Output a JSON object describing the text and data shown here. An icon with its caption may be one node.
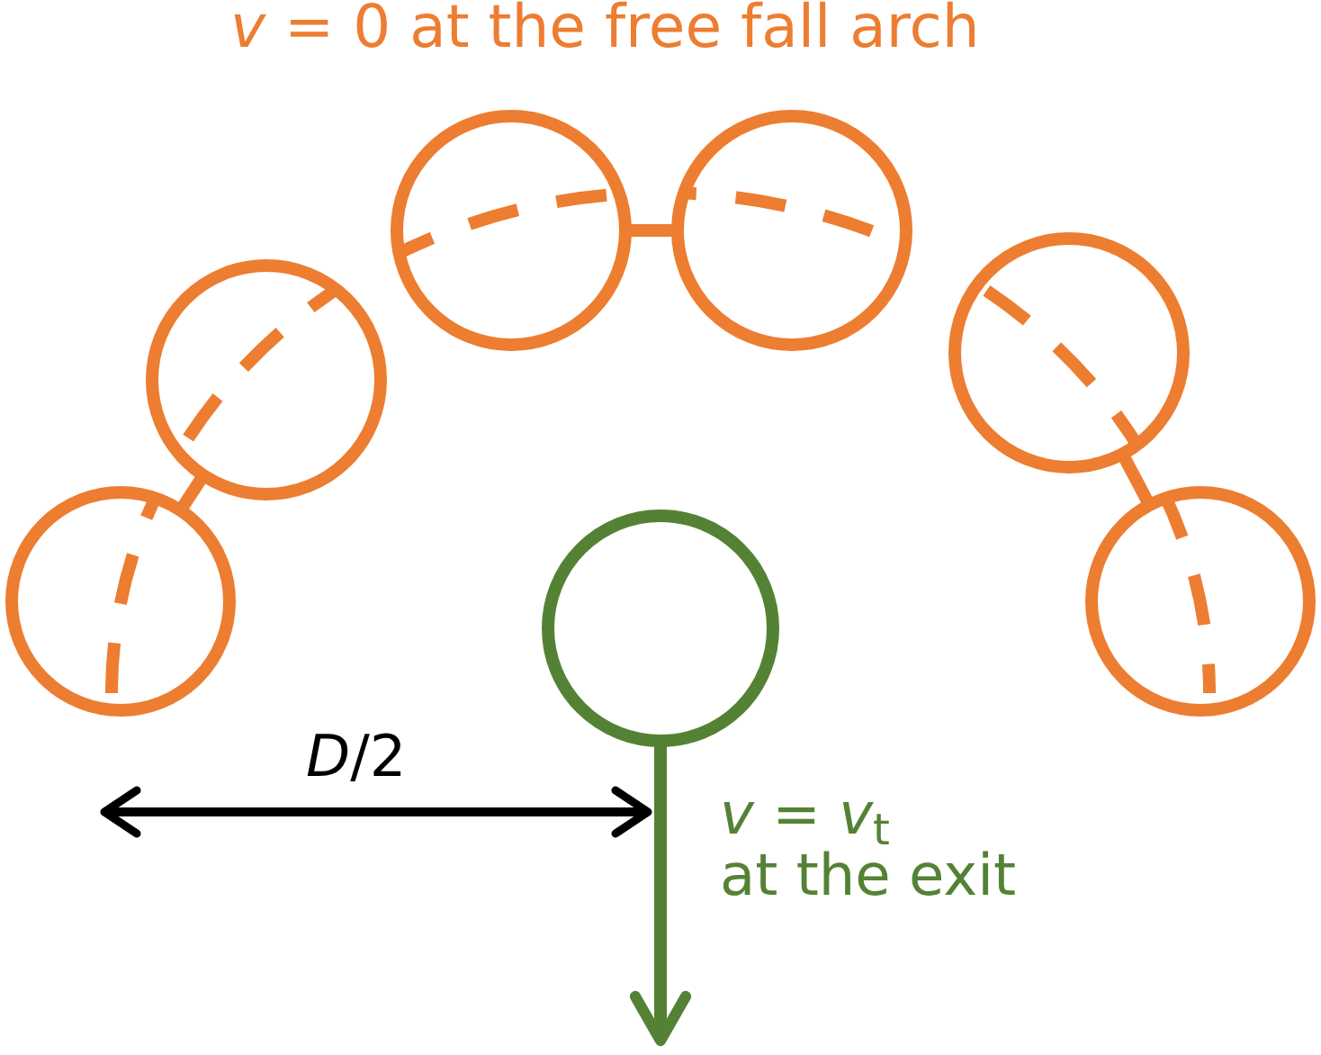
{
  "diagram": {
    "nodes": [
      {
        "text": [],
        "shape": "circle"
      },
      {
        "text": [],
        "shape": "circle"
      },
      {
        "text": [],
        "shape": "circle"
      },
      {
        "text": [],
        "shape": "circle"
      },
      {
        "text": [],
        "shape": "circle"
      },
      {
        "text": [],
        "shape": "circle"
      },
      {
        "text": [],
        "shape": "circle"
      }
    ],
    "edges": [
      {
        "from": 0,
        "to": 1,
        "arrow": "none"
      },
      {
        "from": 2,
        "to": 3,
        "arrow": "none"
      },
      {
        "from": 4,
        "to": 5,
        "arrow": "none"
      },
      {
        "from": 6,
        "to": null,
        "arrow": "to",
        "color": "#548235"
      }
    ],
    "labels": [
      "*v* = 0 at the free fall arch",
      "*D*/2",
      "*v* = *v*$_{t}$",
      "at the exit"
    ]
  }
}
